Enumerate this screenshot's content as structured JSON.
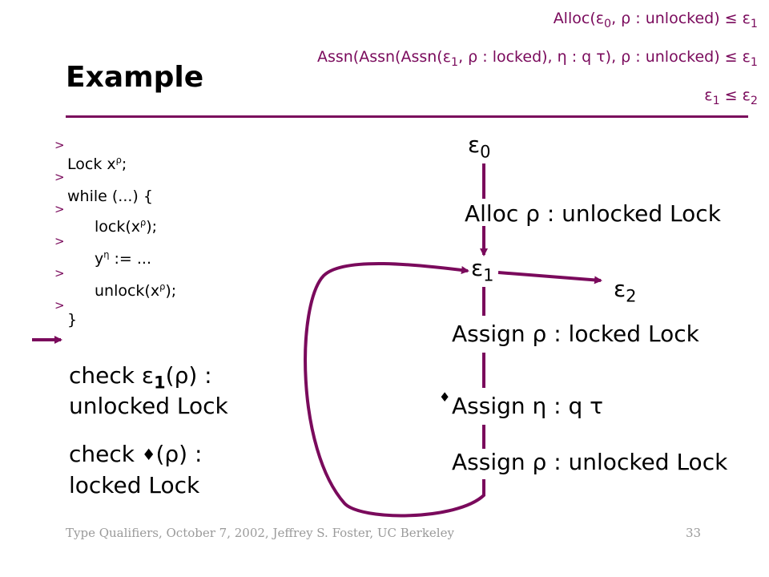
{
  "slide_title": "Example",
  "constraints": {
    "c1": {
      "a": "Alloc(",
      "e0": "ε",
      "e0sub": "0",
      "b": ", ρ : unlocked) ≤ ",
      "e1": "ε",
      "e1sub": "1"
    },
    "c2": {
      "a": "Assn(Assn(Assn(",
      "e1": "ε",
      "e1sub": "1",
      "b": ", ρ : locked), η : q τ), ρ : unlocked) ≤ ",
      "e2": "ε",
      "e2sub": "1"
    },
    "c3": {
      "e1": "ε",
      "e1sub": "1",
      "op": " ≤ ",
      "e2": "ε",
      "e2sub": "2"
    }
  },
  "code": {
    "line1_a": "Lock x",
    "line1_sup": "ρ",
    "line1_b": ";",
    "line2": "while (...) {",
    "line3_a": "lock(x",
    "line3_sup": "ρ",
    "line3_b": ");",
    "line4_a": "y",
    "line4_sup": "η",
    "line4_b": " := ...",
    "line5_a": "unlock(x",
    "line5_sup": "ρ",
    "line5_b": ");",
    "line6": "}",
    "bullet": ">"
  },
  "checks": {
    "check1_line1_a": "check ",
    "check1_eps": "ε",
    "check1_sub": "1",
    "check1_line1_b": "(ρ) :",
    "check1_line2": "unlocked Lock",
    "check2_line1_a": "check ",
    "check2_diamond": "♦",
    "check2_line1_b": "(ρ) :",
    "check2_line2": "locked Lock"
  },
  "flow": {
    "eps0": "ε",
    "eps0_sub": "0",
    "alloc": "Alloc ρ : unlocked Lock",
    "eps1": "ε",
    "eps1_sub": "1",
    "eps2": "ε",
    "eps2_sub": "2",
    "assign1": "Assign ρ : locked Lock",
    "diamond": "♦",
    "assign2": "Assign η : q τ",
    "assign3": "Assign ρ : unlocked Lock"
  },
  "footer": {
    "left": "Type Qualifiers, October 7, 2002, Jeffrey S. Foster, UC Berkeley",
    "page": "33"
  },
  "colors": {
    "accent": "#7a0a5c",
    "footer_text": "#9a9a9a"
  }
}
